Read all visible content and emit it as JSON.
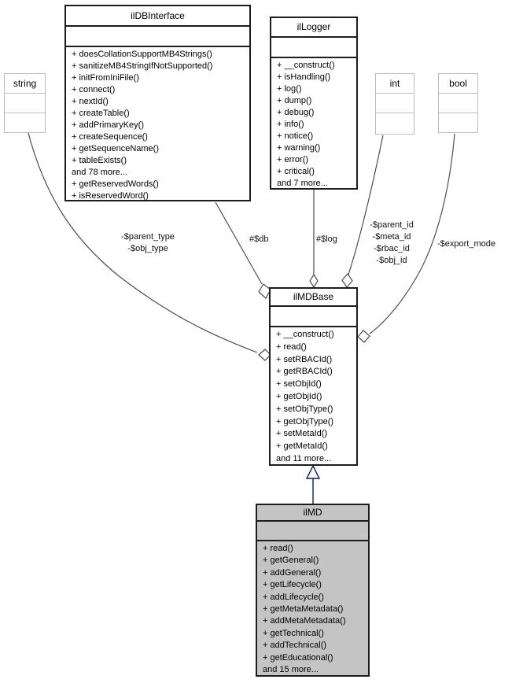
{
  "diagram": {
    "classes": {
      "ildbinterface": {
        "title": "ilDBInterface",
        "methods": [
          "+ doesCollationSupportMB4Strings()",
          "+ sanitizeMB4StringIfNotSupported()",
          "+ initFromIniFile()",
          "+ connect()",
          "+ nextId()",
          "+ createTable()",
          "+ addPrimaryKey()",
          "+ createSequence()",
          "+ getSequenceName()",
          "+ tableExists()",
          "and 78 more...",
          "+ getReservedWords()",
          "+ isReservedWord()"
        ]
      },
      "illogger": {
        "title": "ilLogger",
        "methods": [
          "+ __construct()",
          "+ isHandling()",
          "+ log()",
          "+ dump()",
          "+ debug()",
          "+ info()",
          "+ notice()",
          "+ warning()",
          "+ error()",
          "+ critical()",
          "and 7 more..."
        ]
      },
      "string_type": {
        "title": "string"
      },
      "int_type": {
        "title": "int"
      },
      "bool_type": {
        "title": "bool"
      },
      "ilmdbase": {
        "title": "ilMDBase",
        "methods": [
          "+ __construct()",
          "+ read()",
          "+ setRBACId()",
          "+ getRBACId()",
          "+ setObjId()",
          "+ getObjId()",
          "+ setObjType()",
          "+ getObjType()",
          "+ setMetaId()",
          "+ getMetaId()",
          "and 11 more..."
        ]
      },
      "ilmd": {
        "title": "ilMD",
        "methods": [
          "+ read()",
          "+ getGeneral()",
          "+ addGeneral()",
          "+ getLifecycle()",
          "+ addLifecycle()",
          "+ getMetaMetadata()",
          "+ addMetaMetadata()",
          "+ getTechnical()",
          "+ addTechnical()",
          "+ getEducational()",
          "and 15 more..."
        ]
      }
    },
    "edge_labels": {
      "parent_type": "-$parent_type",
      "obj_type": "-$obj_type",
      "db": "#$db",
      "log": "#$log",
      "parent_id": "-$parent_id",
      "meta_id": "-$meta_id",
      "rbac_id": "-$rbac_id",
      "obj_id": "-$obj_id",
      "export_mode": "-$export_mode"
    },
    "colors": {
      "edge": "#4d4d4d",
      "inheritance_edge": "#191970",
      "focus_node_fill": "#c4c4c4",
      "type_box_border": "#bdbdbd",
      "class_border": "#1c1c1c"
    }
  }
}
